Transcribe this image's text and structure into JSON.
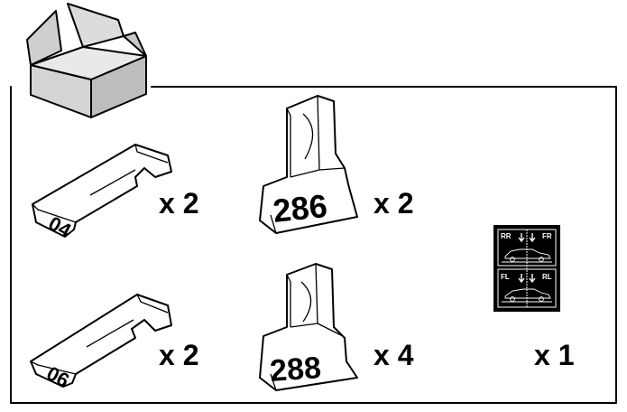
{
  "parts": {
    "spacer_04": {
      "label": "04",
      "qty": "x 2"
    },
    "spacer_06": {
      "label": "06",
      "qty": "x 2"
    },
    "clip_286": {
      "label": "286",
      "qty": "x 2"
    },
    "clip_288": {
      "label": "288",
      "qty": "x 4"
    },
    "sticker": {
      "qty": "x 1",
      "labels": {
        "rear_right": "RR",
        "front_right": "FR",
        "front_left": "FL",
        "rear_left": "RL"
      }
    }
  },
  "colors": {
    "line": "#000000",
    "box_fill": "#d9d9d9",
    "box_shade": "#bfbfbf",
    "part_fill": "#f2f2f2",
    "sticker_bg": "#000000"
  }
}
